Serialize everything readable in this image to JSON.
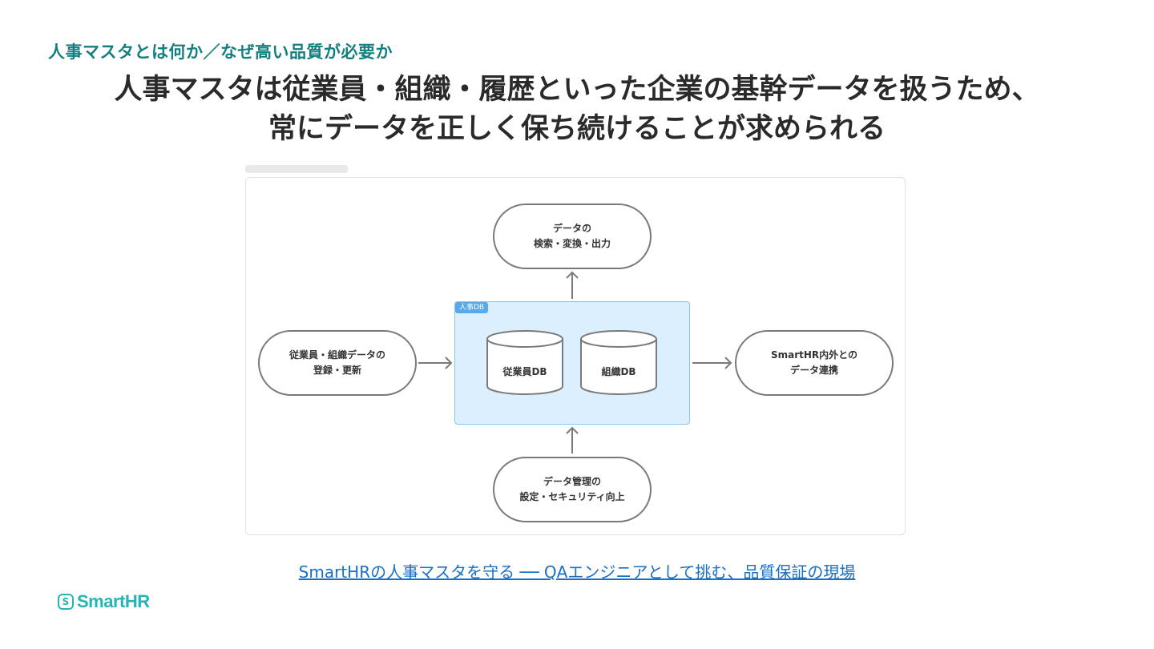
{
  "section_label": "人事マスタとは何か／なぜ高い品質が必要か",
  "headline": {
    "line1": "人事マスタは従業員・組織・履歴といった企業の基幹データを扱うため、",
    "line2": "常にデータを正しく保ち続けることが求められる"
  },
  "diagram": {
    "top_node": {
      "line1": "データの",
      "line2": "検索・変換・出力"
    },
    "left_node": {
      "line1": "従業員・組織データの",
      "line2": "登録・更新"
    },
    "right_node": {
      "line1": "SmartHR内外との",
      "line2": "データ連携"
    },
    "bottom_node": {
      "line1": "データ管理の",
      "line2": "設定・セキュリティ向上"
    },
    "db_group_label": "人事DB",
    "db_employee": "従業員DB",
    "db_org": "組織DB",
    "colors": {
      "group_fill": "#dcefff",
      "group_border": "#86c3f0",
      "node_border": "#7a7a7a"
    }
  },
  "source_link": "SmartHRの人事マスタを守る ── QAエンジニアとして挑む、品質保証の現場",
  "logo_text": "SmartHR",
  "colors": {
    "accent": "#147f7f",
    "link": "#1a6fc4",
    "brand": "#27b4b4"
  }
}
